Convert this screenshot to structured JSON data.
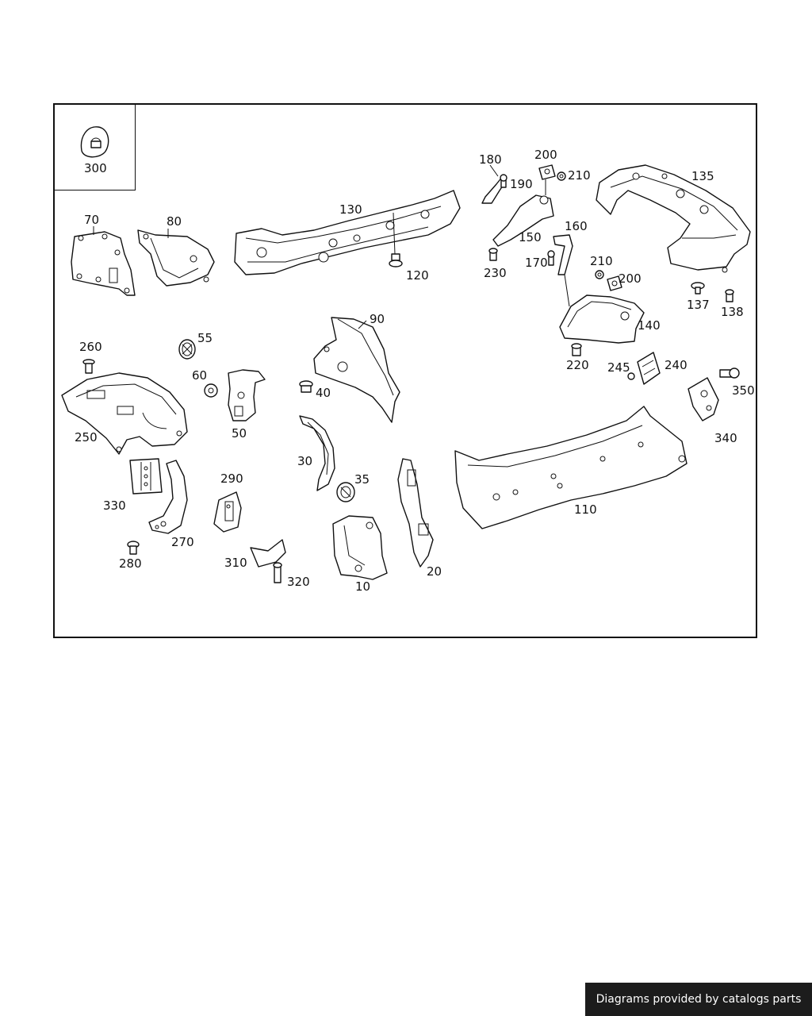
{
  "footer": {
    "credit": "Diagrams provided by catalogs parts",
    "background": "#1c1c1c",
    "text_color": "#ffffff"
  },
  "callouts": {
    "c300": "300",
    "c70": "70",
    "c80": "80",
    "c130": "130",
    "c120": "120",
    "c180": "180",
    "c190": "190",
    "c200a": "200",
    "c210a": "210",
    "c135": "135",
    "c150": "150",
    "c160": "160",
    "c230": "230",
    "c170": "170",
    "c210b": "210",
    "c200b": "200",
    "c137": "137",
    "c138": "138",
    "c140": "140",
    "c220": "220",
    "c245": "245",
    "c240": "240",
    "c350": "350",
    "c340": "340",
    "c90": "90",
    "c260": "260",
    "c55": "55",
    "c60": "60",
    "c40": "40",
    "c50": "50",
    "c250": "250",
    "c30": "30",
    "c35": "35",
    "c330": "330",
    "c290": "290",
    "c270": "270",
    "c280": "280",
    "c310": "310",
    "c320": "320",
    "c10": "10",
    "c20": "20",
    "c110": "110"
  }
}
